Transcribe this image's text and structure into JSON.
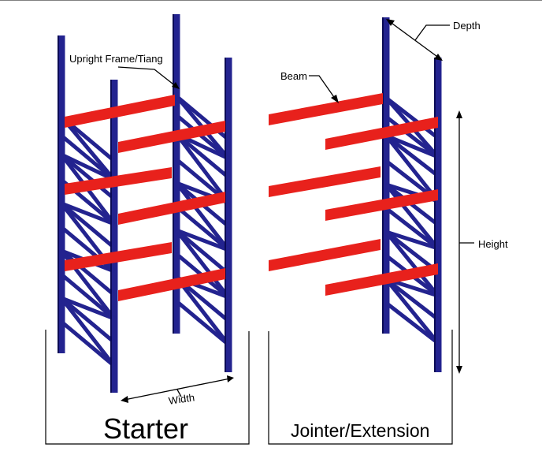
{
  "labels": {
    "upright": "Upright Frame/Tiang",
    "depth": "Depth",
    "beam": "Beam",
    "height": "Height",
    "width": "Width",
    "starter": "Starter",
    "jointer": "Jointer/Extension"
  },
  "colors": {
    "upright": "#23238f",
    "upright_edge": "#0b0b55",
    "beam": "#e8211c",
    "line": "#000000"
  }
}
